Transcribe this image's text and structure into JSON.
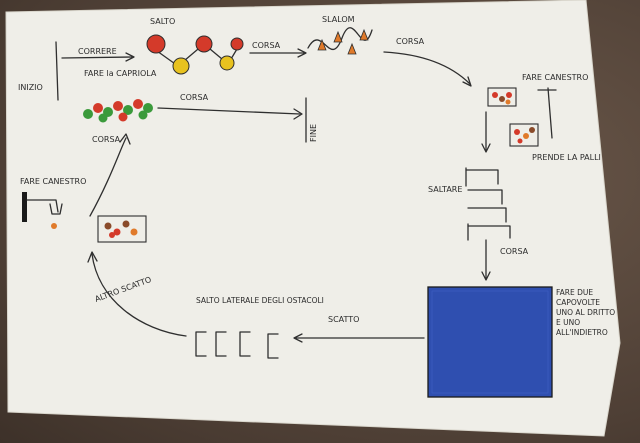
{
  "labels": {
    "inizio": "INIZIO",
    "correre": "CORRERE",
    "fare_capriola": "FARE la CAPRIOLA",
    "salto": "SALTO",
    "corsa1": "CORSA",
    "slalom": "SLALOM",
    "corsa2": "CORSA",
    "fare_canestro_top": "FARE CANESTRO",
    "prendere_palline": "PRENDE LA PALLI",
    "saltare": "SALTARE",
    "corsa3": "CORSA",
    "fare_capovolte": "FARE DUE CAPOVOLTE UNO AL DRITTO E UNO ALL'INDIETRO",
    "scatto": "SCATTO",
    "salto_laterale": "SALTO LATERALE DEGLI OSTACOLI",
    "altro_scatto": "ALTRO SCATTO",
    "fare_canestro_left": "FARE CANESTRO",
    "corsa4": "CORSA",
    "corsa5": "CORSA",
    "fine": "FINE"
  },
  "colors": {
    "paper": "#efeee8",
    "mat": "#2f4fb0",
    "red": "#d43a2a",
    "yellow": "#e8c21f",
    "green": "#3b9a3b",
    "orange": "#e07a2a",
    "brown": "#8a4b2a"
  }
}
